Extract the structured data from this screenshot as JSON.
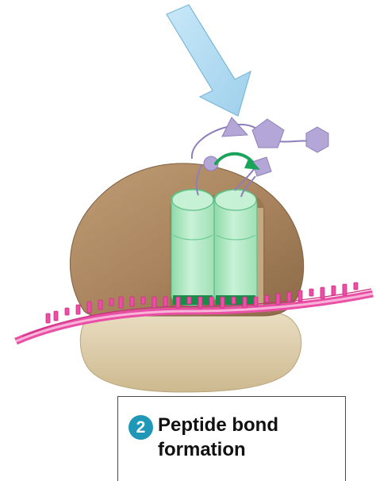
{
  "caption": {
    "step_number": "2",
    "text": "Peptide bond formation"
  },
  "colors": {
    "arrow": "#a9d7f0",
    "ribosome_large_subunit": "#a88763",
    "ribosome_small_subunit": "#dccca8",
    "trna": "#a9e6bf",
    "amino_acids": "#b4a7d8",
    "mrna": "#e94fa5",
    "bond_arrow": "#1aa35a",
    "step_badge": "#1f98b8"
  },
  "icons": [
    "incoming-arrow",
    "curved-bond-arrow",
    "step-number-badge"
  ]
}
